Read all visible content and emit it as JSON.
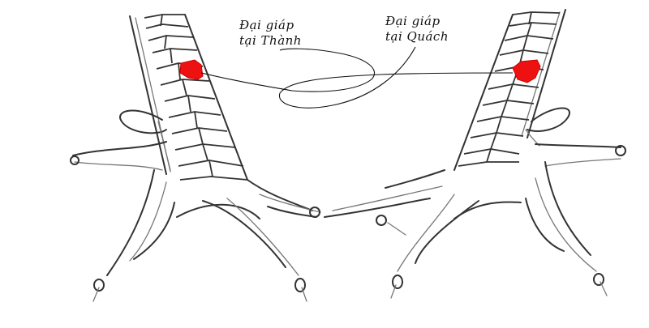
{
  "figure": {
    "title": "Chicken feet scale diagram",
    "labels": [
      {
        "id": "thanh",
        "line1": "Đại giáp",
        "line2": "tại Thành"
      },
      {
        "id": "quach",
        "line1": "Đại giáp",
        "line2": "tại Quách"
      }
    ],
    "highlight_color": "#ee1111",
    "stroke_color": "#333333",
    "objects": [
      {
        "name": "left-chicken-foot",
        "highlighted_scale": "upper-middle scale of shank"
      },
      {
        "name": "right-chicken-foot",
        "highlighted_scale": "upper-middle scale of shank"
      }
    ]
  }
}
